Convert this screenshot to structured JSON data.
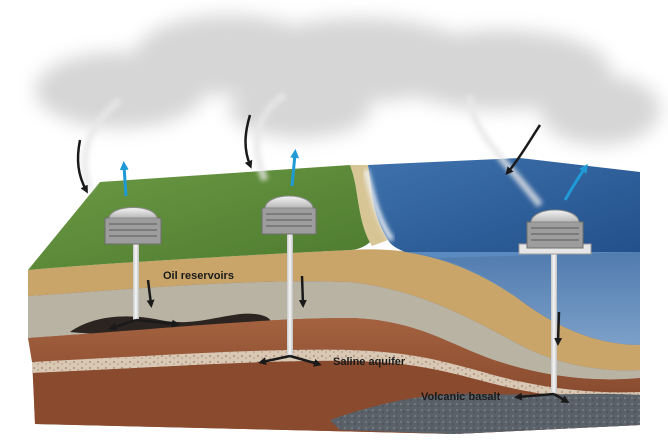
{
  "labels": {
    "oil_reservoirs": "Oil reservoirs",
    "saline_aquifer": "Saline aquifer",
    "volcanic_basalt": "Volcanic basalt"
  },
  "colors": {
    "grass": "#5d8a3a",
    "ocean": "#2f5e9a",
    "sand_layer": "#c9a56a",
    "grey_rock": "#b9b3a4",
    "red_rock": "#9a5a3c",
    "basalt": "#5a6068",
    "co2_in_arrow": "#1a1a1a",
    "co2_out_arrow": "#1f9ad6",
    "cloud": "#c9c9c9"
  },
  "icons": {
    "capture_unit": "co2-capture-unit-icon",
    "intake_arrow": "arrow-down-icon",
    "release_arrow": "arrow-up-icon"
  }
}
